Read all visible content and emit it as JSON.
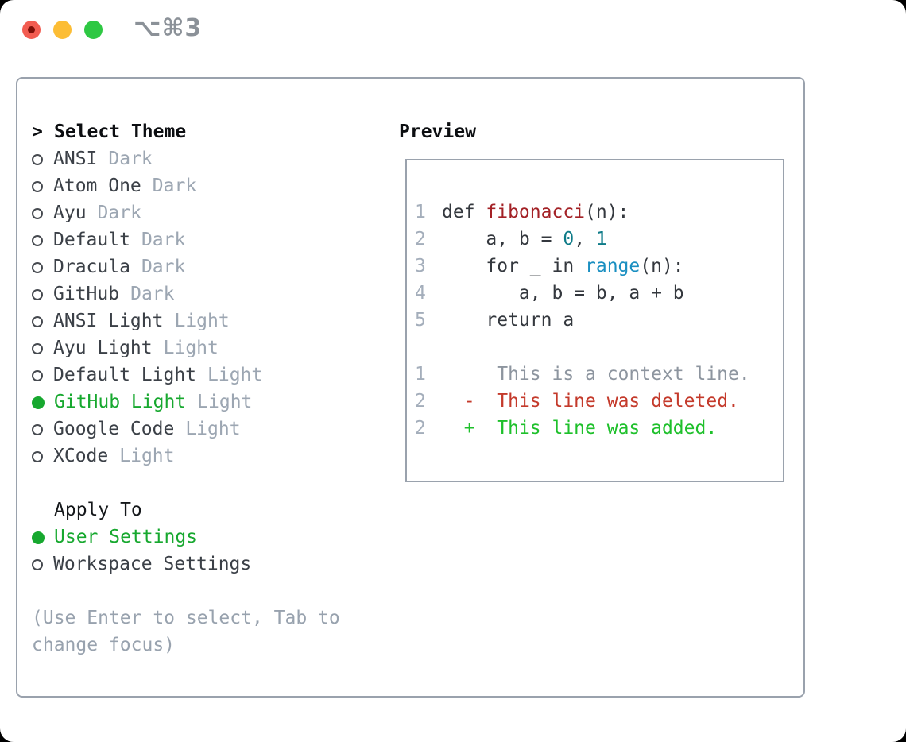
{
  "window": {
    "title": "⌥⌘3"
  },
  "theme_panel": {
    "prompt": ">",
    "title": "Select Theme",
    "items": [
      {
        "name": "ANSI",
        "tag": "Dark",
        "selected": false
      },
      {
        "name": "Atom One",
        "tag": "Dark",
        "selected": false
      },
      {
        "name": "Ayu",
        "tag": "Dark",
        "selected": false
      },
      {
        "name": "Default",
        "tag": "Dark",
        "selected": false
      },
      {
        "name": "Dracula",
        "tag": "Dark",
        "selected": false
      },
      {
        "name": "GitHub",
        "tag": "Dark",
        "selected": false
      },
      {
        "name": "ANSI Light",
        "tag": "Light",
        "selected": false
      },
      {
        "name": "Ayu Light",
        "tag": "Light",
        "selected": false
      },
      {
        "name": "Default Light",
        "tag": "Light",
        "selected": false
      },
      {
        "name": "GitHub Light",
        "tag": "Light",
        "selected": true
      },
      {
        "name": "Google Code",
        "tag": "Light",
        "selected": false
      },
      {
        "name": "XCode",
        "tag": "Light",
        "selected": false
      }
    ],
    "apply_to": {
      "label": "Apply To",
      "options": [
        {
          "name": "User Settings",
          "selected": true
        },
        {
          "name": "Workspace Settings",
          "selected": false
        }
      ]
    },
    "hint_line1": "(Use Enter to select, Tab to",
    "hint_line2": "change focus)"
  },
  "preview": {
    "label": "Preview",
    "lines": [
      {
        "num": "1",
        "tokens": [
          {
            "t": "def ",
            "c": "pl"
          },
          {
            "t": "fibonacci",
            "c": "fn"
          },
          {
            "t": "(n):",
            "c": "pl"
          }
        ]
      },
      {
        "num": "2",
        "tokens": [
          {
            "t": "    a, b = ",
            "c": "pl"
          },
          {
            "t": "0",
            "c": "nm"
          },
          {
            "t": ", ",
            "c": "pl"
          },
          {
            "t": "1",
            "c": "nm"
          }
        ]
      },
      {
        "num": "3",
        "tokens": [
          {
            "t": "    for _ in ",
            "c": "pl"
          },
          {
            "t": "range",
            "c": "call"
          },
          {
            "t": "(n):",
            "c": "pl"
          }
        ]
      },
      {
        "num": "4",
        "tokens": [
          {
            "t": "       a, b = b, a + b",
            "c": "pl"
          }
        ]
      },
      {
        "num": "5",
        "tokens": [
          {
            "t": "    return a",
            "c": "pl"
          }
        ]
      },
      {
        "num": "",
        "tokens": []
      },
      {
        "num": "1",
        "tokens": [
          {
            "t": "     This is a context line.",
            "c": "ctx"
          }
        ]
      },
      {
        "num": "2",
        "tokens": [
          {
            "t": "  ",
            "c": "pl"
          },
          {
            "t": "-  This line was deleted.",
            "c": "del"
          }
        ]
      },
      {
        "num": "2",
        "tokens": [
          {
            "t": "  ",
            "c": "pl"
          },
          {
            "t": "+  This line was added.",
            "c": "add"
          }
        ]
      }
    ]
  },
  "colors": {
    "accent_green": "#17a82f",
    "added_green": "#1ec02b",
    "deleted_red": "#c43a2b",
    "function_red": "#a32126",
    "number_teal": "#0e7b88",
    "builtin_blue": "#1a8fc1",
    "border_gray": "#9aa2ad",
    "tag_gray": "#9ca6b2",
    "hint_gray": "#98a2ae"
  }
}
